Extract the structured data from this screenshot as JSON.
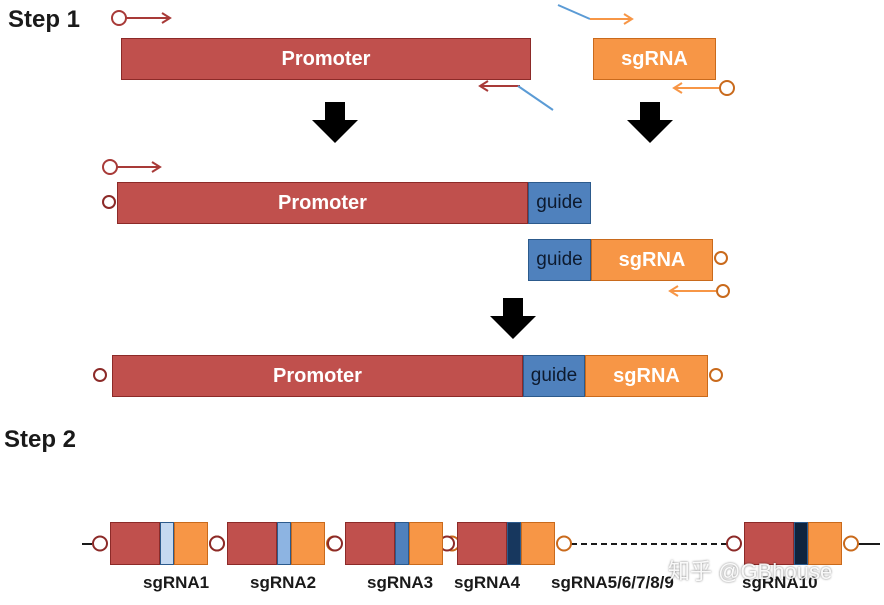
{
  "step1_label": "Step 1",
  "step2_label": "Step 2",
  "promoter_label": "Promoter",
  "sgrna_label": "sgRNA",
  "guide_label": "guide",
  "cassettes": [
    "sgRNA1",
    "sgRNA2",
    "sgRNA3",
    "sgRNA4",
    "sgRNA5/6/7/8/9",
    "sgRNA10"
  ],
  "watermark": "知乎 @GBhouse",
  "colors": {
    "promoter": "#c0504d",
    "sgrna": "#f79646",
    "guide": "#4f81bd",
    "primer_line": "#5b9bd5",
    "arrow": "#000000"
  }
}
